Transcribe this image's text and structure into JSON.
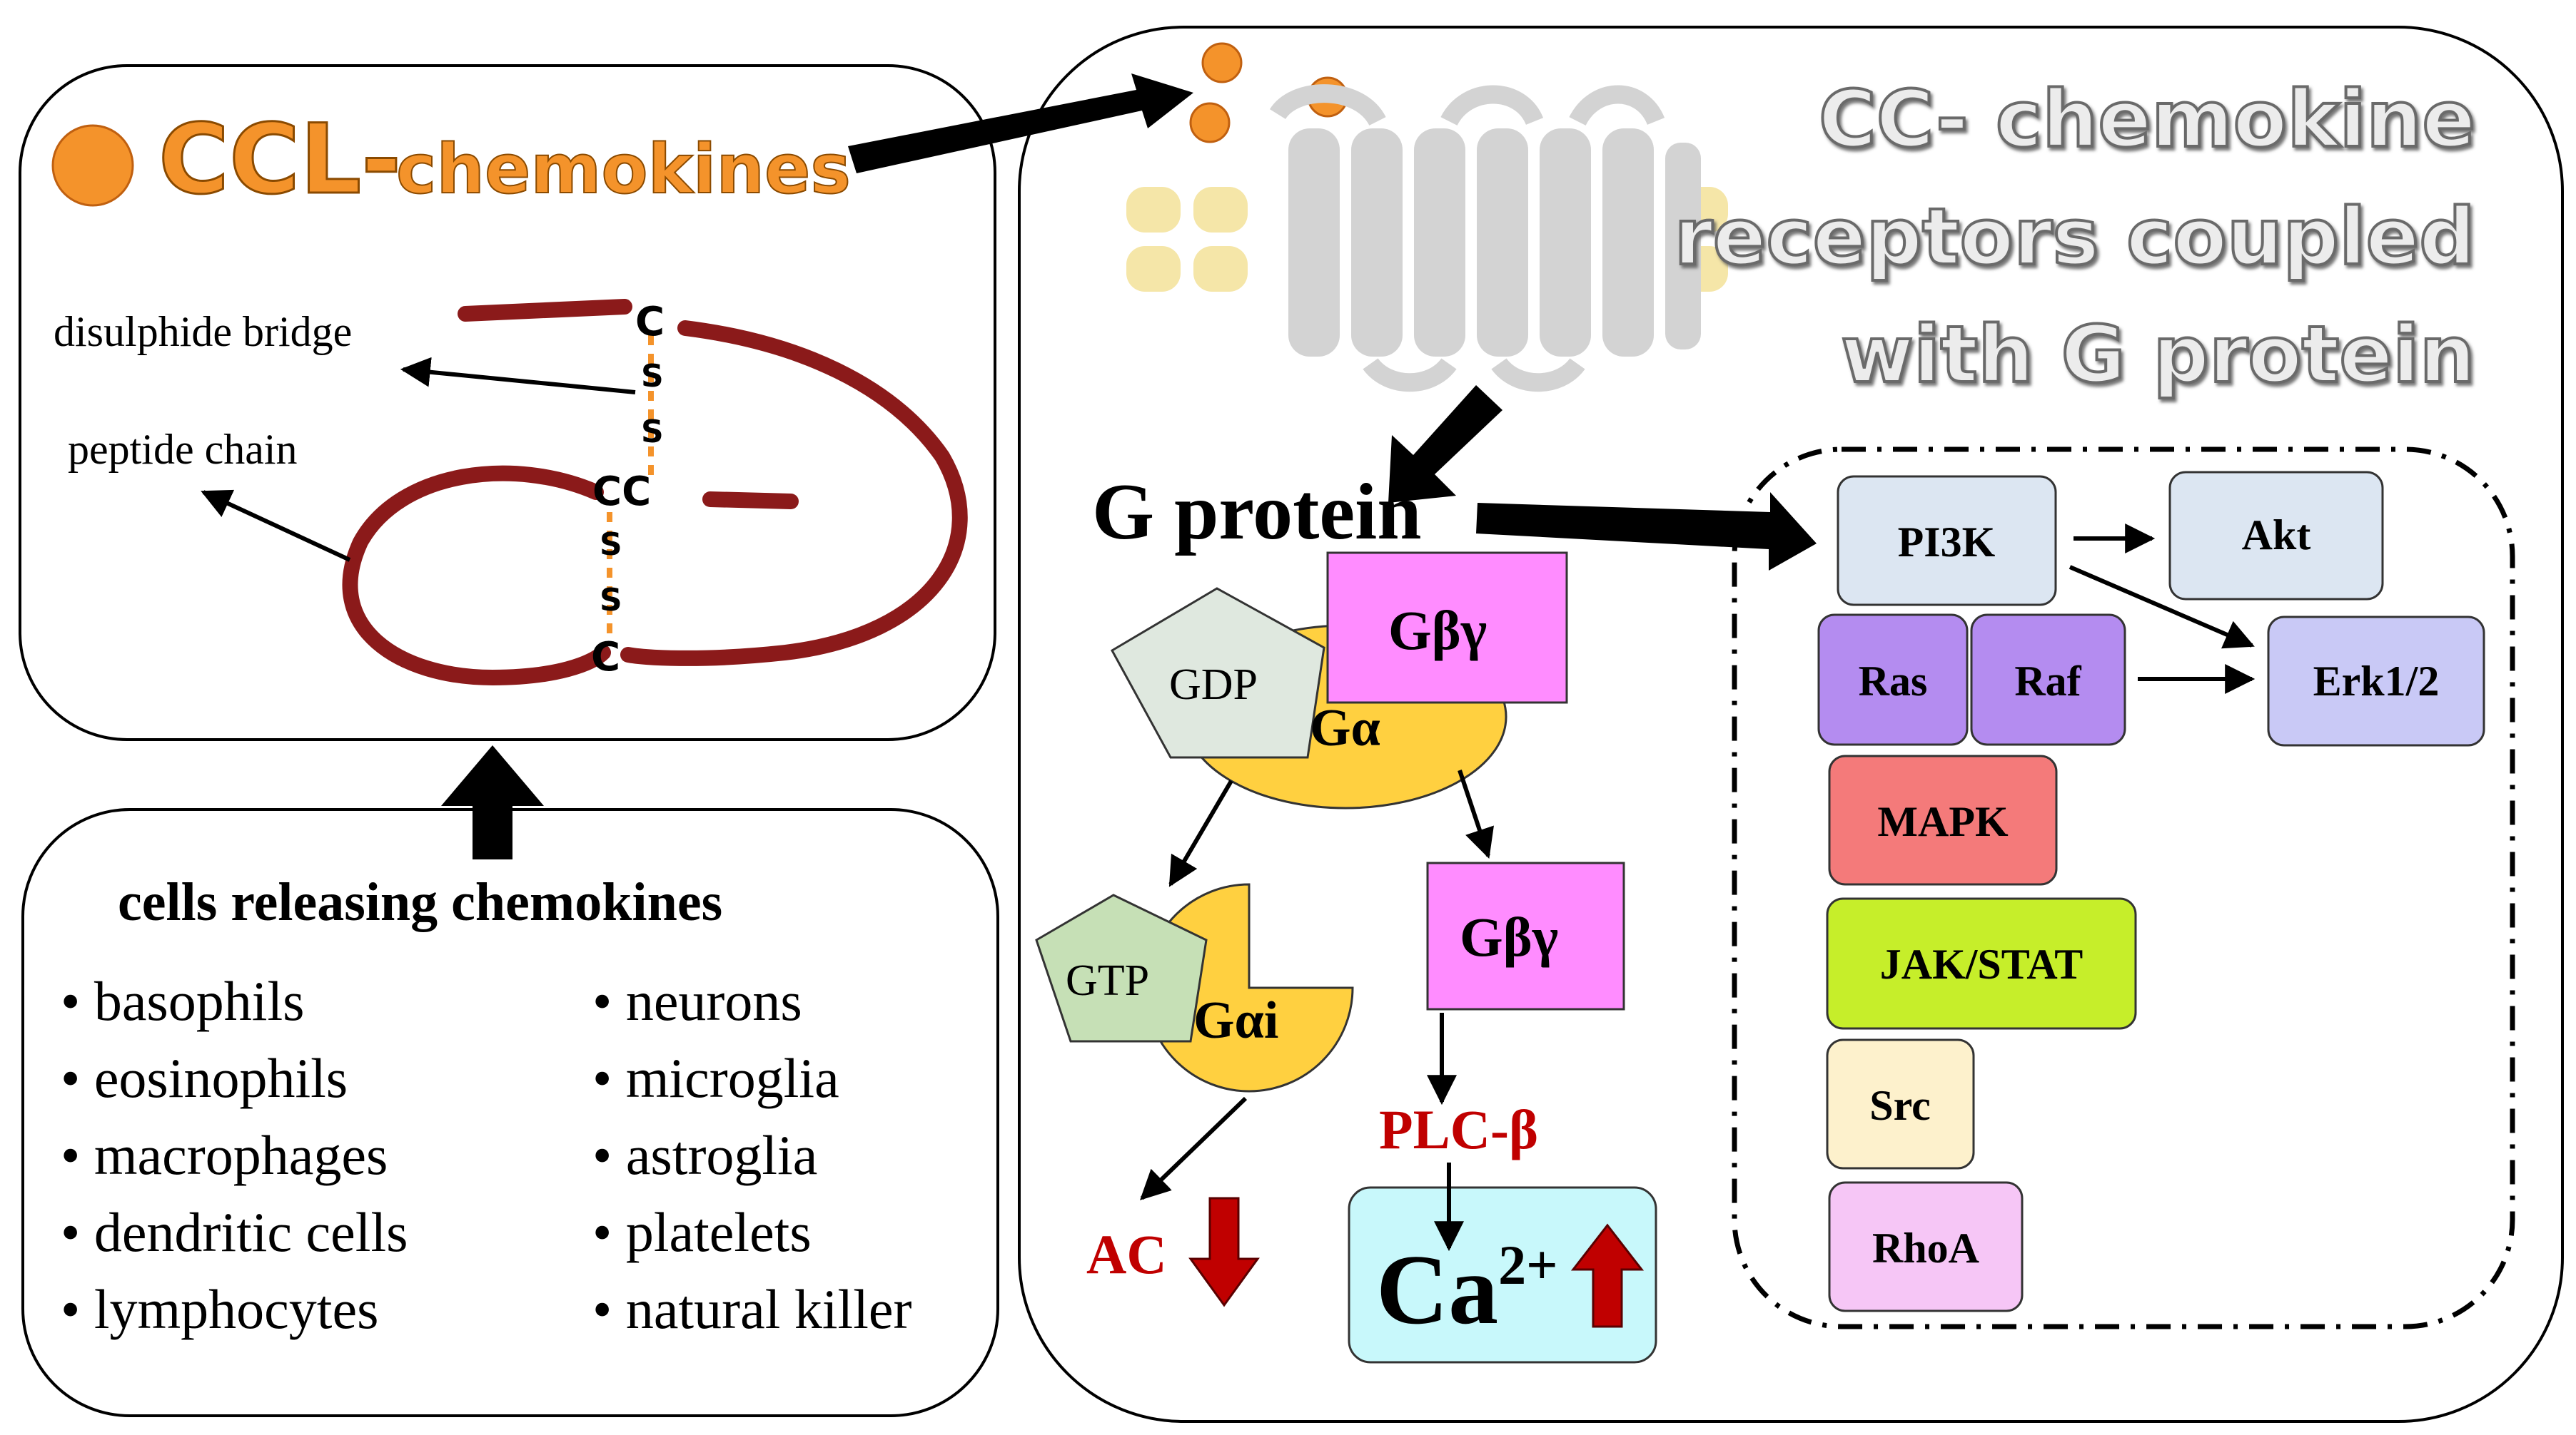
{
  "colors": {
    "orange": "#f4932b",
    "peptide": "#8b1a1a",
    "bridge": "#f4932b",
    "gray_title": "#e9e9e9",
    "red_label": "#c00000",
    "pi3k": "#dce6f2",
    "akt": "#dce6f2",
    "ras_raf": "#b48cf0",
    "erk": "#c9c9f6",
    "mapk": "#f47a7a",
    "jakstat": "#c6ee2a",
    "src": "#fdf1cc",
    "rhoa": "#f6c6f6",
    "gbg": "#ff8cff",
    "galpha": "#ffd040",
    "gdp": "#dfe8df",
    "gtp": "#c6e0b6",
    "ca": "#c8f8fb"
  },
  "ccl": {
    "title_main": "CCL-",
    "title_sub": "chemokines",
    "label_bridge": "disulphide bridge",
    "label_chain": "peptide chain",
    "c": "C",
    "s": "S",
    "cc": "CC"
  },
  "cells": {
    "title": "cells releasing chemokines",
    "bullet": "•",
    "left": [
      "basophils",
      "eosinophils",
      "macrophages",
      "dendritic cells",
      "lymphocytes"
    ],
    "right": [
      "neurons",
      "microglia",
      "astroglia",
      "platelets",
      "natural killer"
    ]
  },
  "receptor": {
    "title_lines": [
      "CC- chemokine",
      "receptors coupled",
      "with G protein"
    ]
  },
  "gprotein": {
    "title": "G protein",
    "gbg": "Gβγ",
    "gdp": "GDP",
    "galpha": "Gα",
    "gtp": "GTP",
    "galpha_i": "Gαi",
    "gbg2": "Gβγ",
    "plc": "PLC-β",
    "ac": "AC",
    "ca_base": "Ca",
    "ca_sup": "2+"
  },
  "pathways": {
    "pi3k": "PI3K",
    "akt": "Akt",
    "ras": "Ras",
    "raf": "Raf",
    "erk": "Erk1/2",
    "mapk": "MAPK",
    "jakstat": "JAK/STAT",
    "src": "Src",
    "rhoa": "RhoA"
  }
}
